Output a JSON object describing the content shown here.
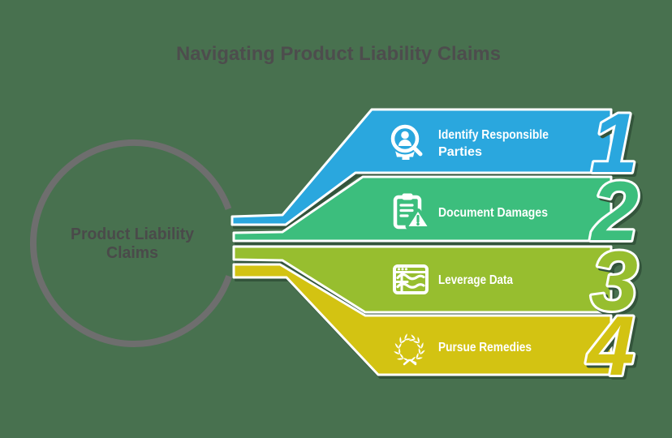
{
  "background_color": "#48714F",
  "title": {
    "text": "Navigating Product Liability Claims",
    "color": "#4D4D4D"
  },
  "center_circle": {
    "label_line1": "Product Liability",
    "label_line2": "Claims",
    "ring_color": "#6E6E6E",
    "label_color": "#4A4A4A"
  },
  "label_text_color": "#FFFFFF",
  "steps": [
    {
      "number": "1",
      "label_line1": "Identify Responsible",
      "label_line2": "Parties",
      "color": "#2AA7DE",
      "icon": "person-search-icon"
    },
    {
      "number": "2",
      "label_line1": "Document Damages",
      "label_line2": "",
      "color": "#3CBE7D",
      "icon": "clipboard-warning-icon"
    },
    {
      "number": "3",
      "label_line1": "Leverage Data",
      "label_line2": "",
      "color": "#97BE2F",
      "icon": "chart-window-icon"
    },
    {
      "number": "4",
      "label_line1": "Pursue Remedies",
      "label_line2": "",
      "color": "#D3C312",
      "icon": "laurel-wreath-icon"
    }
  ]
}
